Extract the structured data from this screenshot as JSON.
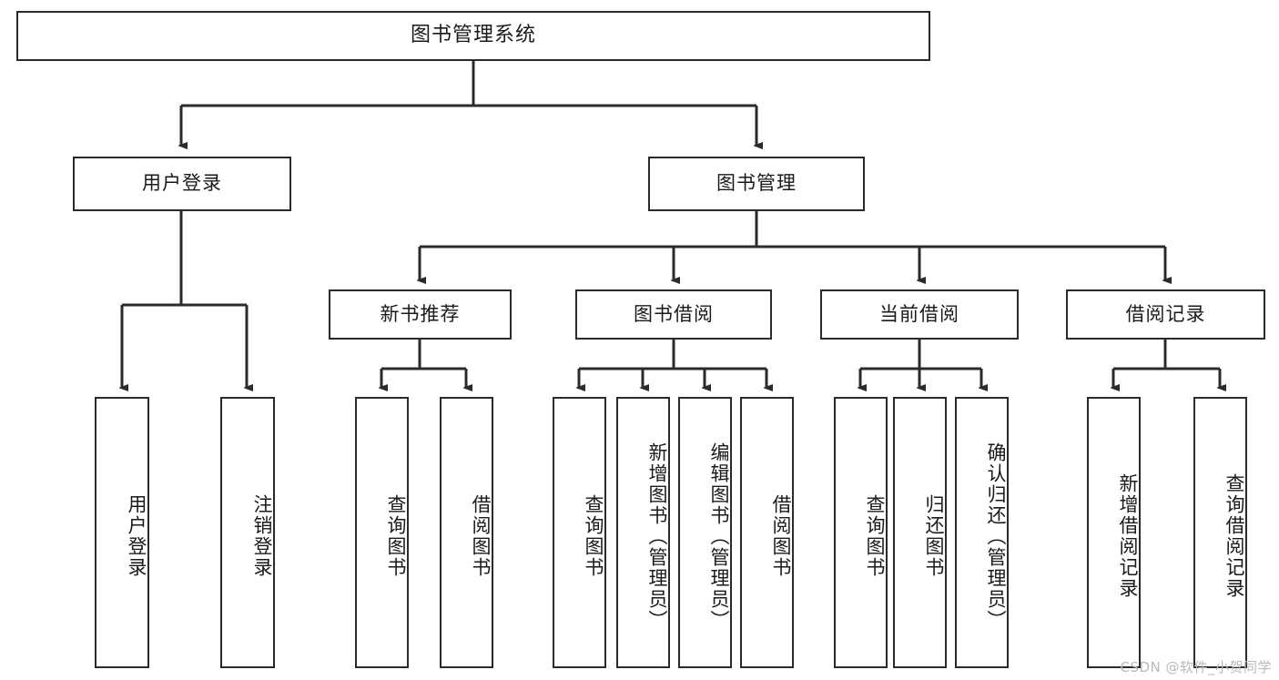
{
  "diagram": {
    "title": "图书管理系统",
    "type": "tree",
    "watermark": "CSDN @软件_小贺同学",
    "line_color": "#2b2b2b",
    "box_fill": "#ffffff",
    "text_color": "#1a1a1a"
  },
  "nodes": {
    "root": {
      "label": "图书管理系统"
    },
    "level2": [
      {
        "label": "用户登录"
      },
      {
        "label": "图书管理"
      }
    ],
    "level3": [
      {
        "label": "新书推荐"
      },
      {
        "label": "图书借阅"
      },
      {
        "label": "当前借阅"
      },
      {
        "label": "借阅记录"
      }
    ],
    "leaves": [
      {
        "label": "用户登录"
      },
      {
        "label": "注销登录"
      },
      {
        "label": "查询图书"
      },
      {
        "label": "借阅图书"
      },
      {
        "label": "查询图书"
      },
      {
        "label": "新增图书（管理员）"
      },
      {
        "label": "编辑图书（管理员）"
      },
      {
        "label": "借阅图书"
      },
      {
        "label": "查询图书"
      },
      {
        "label": "归还图书"
      },
      {
        "label": "确认归还（管理员）"
      },
      {
        "label": "新增借阅记录"
      },
      {
        "label": "查询借阅记录"
      }
    ]
  }
}
